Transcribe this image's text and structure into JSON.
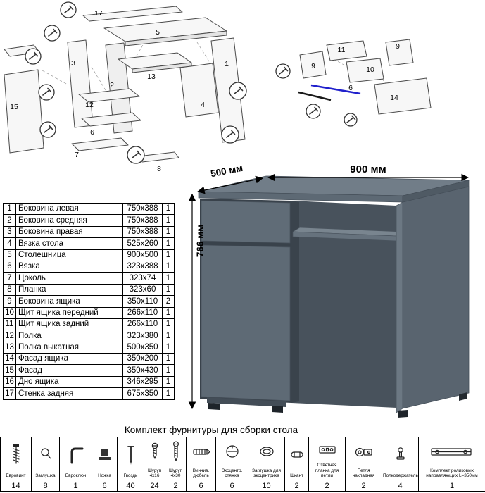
{
  "parts_table": {
    "rows": [
      {
        "num": "1",
        "name": "Боковина левая",
        "size": "750x388",
        "qty": "1"
      },
      {
        "num": "2",
        "name": "Боковина средняя",
        "size": "750x388",
        "qty": "1"
      },
      {
        "num": "3",
        "name": "Боковина правая",
        "size": "750x388",
        "qty": "1"
      },
      {
        "num": "4",
        "name": "Вязка стола",
        "size": "525x260",
        "qty": "1"
      },
      {
        "num": "5",
        "name": "Столешница",
        "size": "900x500",
        "qty": "1"
      },
      {
        "num": "6",
        "name": "Вязка",
        "size": "323x388",
        "qty": "1"
      },
      {
        "num": "7",
        "name": "Цоколь",
        "size": "323x74",
        "qty": "1"
      },
      {
        "num": "8",
        "name": "Планка",
        "size": "323x60",
        "qty": "1"
      },
      {
        "num": "9",
        "name": "Боковина ящика",
        "size": "350x110",
        "qty": "2"
      },
      {
        "num": "10",
        "name": "Щит ящика передний",
        "size": "266x110",
        "qty": "1"
      },
      {
        "num": "11",
        "name": "Щит ящика задний",
        "size": "266x110",
        "qty": "1"
      },
      {
        "num": "12",
        "name": "Полка",
        "size": "323x380",
        "qty": "1"
      },
      {
        "num": "13",
        "name": "Полка выкатная",
        "size": "500x350",
        "qty": "1"
      },
      {
        "num": "14",
        "name": "Фасад ящика",
        "size": "350x200",
        "qty": "1"
      },
      {
        "num": "15",
        "name": "Фасад",
        "size": "350x430",
        "qty": "1"
      },
      {
        "num": "16",
        "name": "Дно ящика",
        "size": "346x295",
        "qty": "1"
      },
      {
        "num": "17",
        "name": "Стенка задняя",
        "size": "675x350",
        "qty": "1"
      }
    ]
  },
  "dimensions": {
    "width": "900 мм",
    "depth": "500 мм",
    "height": "766 мм"
  },
  "desk_colors": {
    "top": "#717d88",
    "front": "#5e6a75",
    "side": "#59646f",
    "opening": "#48525c"
  },
  "hardware": {
    "title": "Комплект фурнитуры для сборки стола",
    "items": [
      {
        "name": "Евровинт",
        "qty": "14",
        "icon": "confirmat-screw-icon"
      },
      {
        "name": "Заглушка",
        "qty": "8",
        "icon": "cap-icon"
      },
      {
        "name": "Евроключ",
        "qty": "1",
        "icon": "hex-key-icon"
      },
      {
        "name": "Ножка",
        "qty": "6",
        "icon": "leg-icon"
      },
      {
        "name": "Гвоздь",
        "qty": "40",
        "icon": "nail-icon"
      },
      {
        "name": "Шуруп 4x16",
        "qty": "24",
        "icon": "screw-short-icon"
      },
      {
        "name": "Шуруп 4x30",
        "qty": "2",
        "icon": "screw-long-icon"
      },
      {
        "name": "Винчив. дюбель",
        "qty": "6",
        "icon": "dowel-screw-icon"
      },
      {
        "name": "Эксцентр. стяжка",
        "qty": "6",
        "icon": "cam-lock-icon"
      },
      {
        "name": "Заглушка для эксцентрика",
        "qty": "10",
        "icon": "cam-cap-icon"
      },
      {
        "name": "Шкант",
        "qty": "2",
        "icon": "wood-dowel-icon"
      },
      {
        "name": "Ответная планка для петли",
        "qty": "2",
        "icon": "hinge-plate-icon"
      },
      {
        "name": "Петля накладная",
        "qty": "2",
        "icon": "hinge-icon"
      },
      {
        "name": "Полкодержатель",
        "qty": "4",
        "icon": "shelf-pin-icon"
      },
      {
        "name": "Комплект роликовых направляющих L=350мм",
        "qty": "1",
        "icon": "roller-guide-icon"
      }
    ]
  },
  "diagram_main": {
    "labels": {
      "l1": "1",
      "l2": "2",
      "l3": "3",
      "l4": "4",
      "l5": "5",
      "l6": "6",
      "l7": "7",
      "l8": "8",
      "l12": "12",
      "l13": "13",
      "l15": "15",
      "l17": "17"
    }
  },
  "diagram_drawer": {
    "labels": {
      "l11": "11",
      "l9a": "9",
      "l9b": "9",
      "l10": "10",
      "l6": "6",
      "l14": "14"
    }
  }
}
